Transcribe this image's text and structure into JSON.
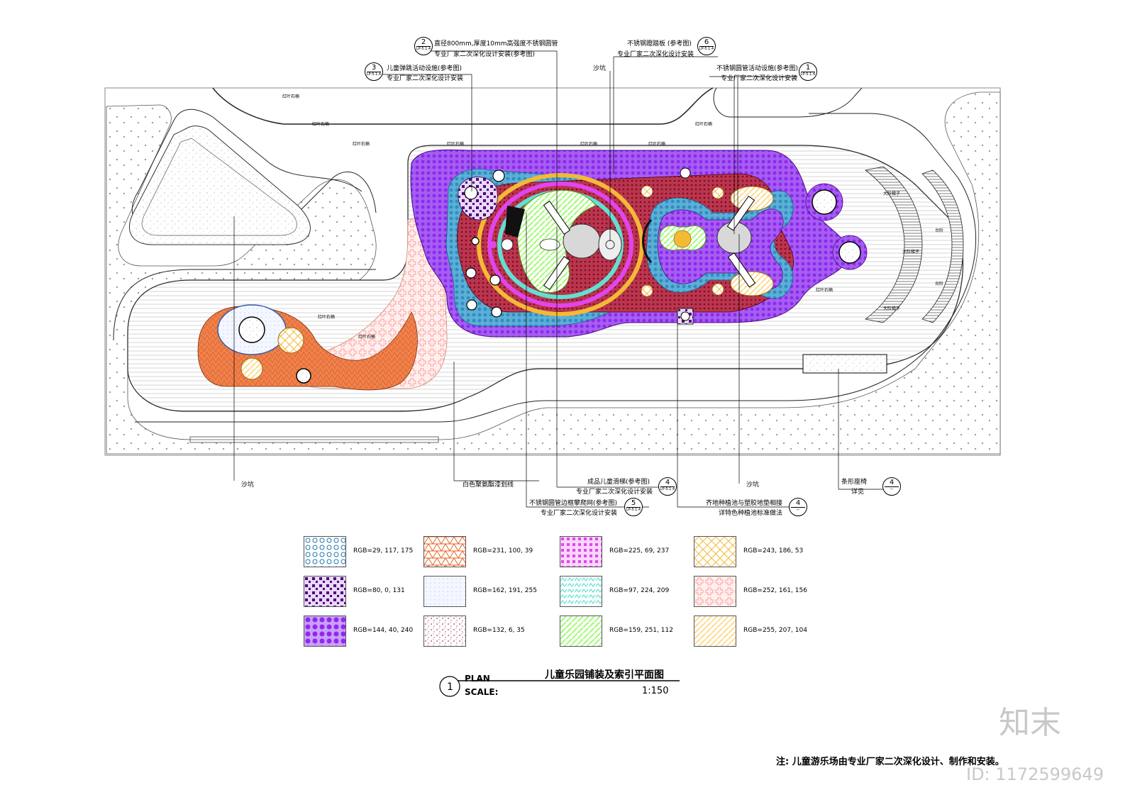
{
  "callouts": {
    "c1": {
      "num": "1",
      "sheet": "LP-5.1.4",
      "line1": "不锈钢圆管活动设施(参考图)",
      "line2": "专业厂家二次深化设计安装"
    },
    "c2": {
      "num": "2",
      "sheet": "LP-5.1.4",
      "line1": "直径800mm,厚度10mm高强度不锈钢圆管",
      "line2": "专业厂家二次深化设计安装(参考图)"
    },
    "c3": {
      "num": "3",
      "sheet": "LP-5.1.4",
      "line1": "儿童弹跳活动设施(参考图)",
      "line2": "专业厂家二次深化设计安装"
    },
    "c4a": {
      "num": "4",
      "sheet": "LP-5.1.4",
      "line1": "成品儿童滑梯(参考图)",
      "line2": "专业厂家二次深化设计安装"
    },
    "c5": {
      "num": "5",
      "sheet": "LP-5.1.4",
      "line1": "不锈钢圆管边框攀爬网(参考图)",
      "line2": "专业厂家二次深化设计安装"
    },
    "c6": {
      "num": "6",
      "sheet": "LP-5.1.4",
      "line1": "不锈钢蹬踏板 (参考图)",
      "line2": "专业厂家二次深化设计安装"
    },
    "c4b": {
      "num": "4",
      "sheet": "—",
      "line1": "齐地种植池与塑胶地垫相接",
      "line2": "详特色种植池标准做法"
    },
    "c4c": {
      "num": "4",
      "sheet": "—",
      "line1": "条形座椅",
      "line2": "详见"
    }
  },
  "labels": {
    "sandpit": "沙坑",
    "white_line": "白色聚氨酯漆划线",
    "tree": "红叶石楠",
    "stair": "大阶梯子",
    "step": "台阶"
  },
  "legend": [
    {
      "label": "RGB=29, 117, 175",
      "color": "#1d75af",
      "pattern": "dots"
    },
    {
      "label": "RGB=231, 100, 39",
      "color": "#e76427",
      "pattern": "triangles"
    },
    {
      "label": "RGB=225, 69, 237",
      "color": "#e145ed",
      "pattern": "grid"
    },
    {
      "label": "RGB=243, 186, 53",
      "color": "#f3ba35",
      "pattern": "diamonds"
    },
    {
      "label": "RGB=80, 0, 131",
      "color": "#500083",
      "pattern": "weave"
    },
    {
      "label": "RGB=162, 191, 255",
      "color": "#a2bfff",
      "pattern": "fine"
    },
    {
      "label": "RGB=97, 224, 209",
      "color": "#61e0d1",
      "pattern": "zigzag"
    },
    {
      "label": "RGB=252, 161, 156",
      "color": "#fca19c",
      "pattern": "cross"
    },
    {
      "label": "RGB=144, 40, 240",
      "color": "#9028f0",
      "pattern": "hex"
    },
    {
      "label": "RGB=132, 6, 35",
      "color": "#840623",
      "pattern": "speckle"
    },
    {
      "label": "RGB=159, 251, 112",
      "color": "#9ffb70",
      "pattern": "diag"
    },
    {
      "label": "RGB=255, 207, 104",
      "color": "#ffcf68",
      "pattern": "diag"
    }
  ],
  "title": {
    "num": "1",
    "plan": "PLAN",
    "scale_label": "SCALE:",
    "name": "儿童乐园铺装及索引平面图",
    "scale": "1:150"
  },
  "note": "注: 儿童游乐场由专业厂家二次深化设计、制作和安装。",
  "watermark": {
    "brand": "知末",
    "id": "ID: 1172599649"
  }
}
